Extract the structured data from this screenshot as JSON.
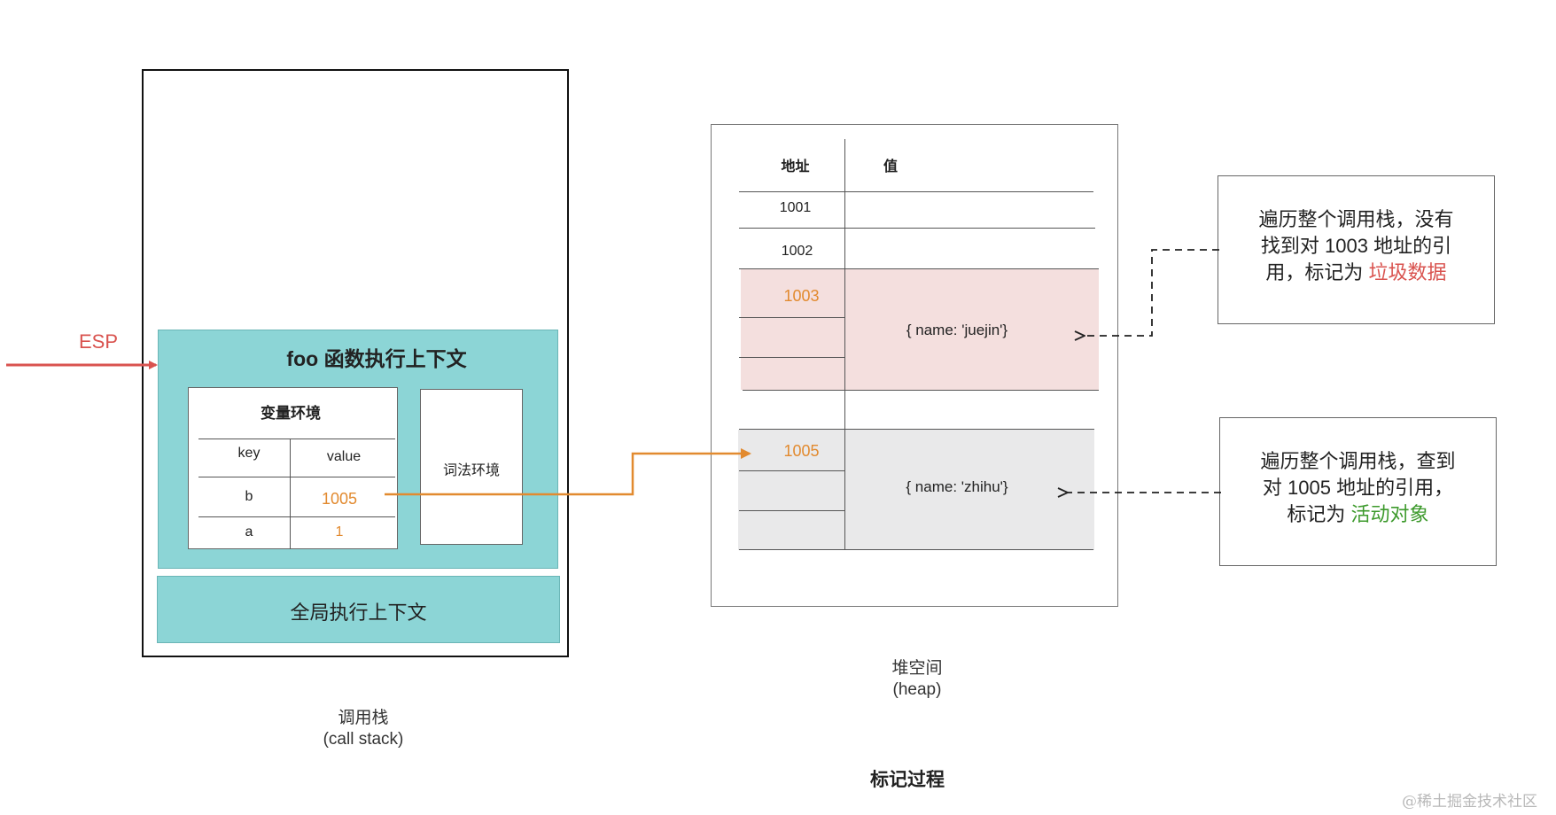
{
  "esp_label": "ESP",
  "call_stack": {
    "foo_context_title": "foo 函数执行上下文",
    "variable_env": {
      "title": "变量环境",
      "headers": [
        "key",
        "value"
      ],
      "rows": [
        {
          "key": "b",
          "value": "1005"
        },
        {
          "key": "a",
          "value": "1"
        }
      ]
    },
    "lexical_env_title": "词法环境",
    "global_context_title": "全局执行上下文",
    "caption_line1": "调用栈",
    "caption_line2": "(call stack)"
  },
  "heap": {
    "headers": {
      "address": "地址",
      "value": "值"
    },
    "addresses": [
      "1001",
      "1002",
      "1003",
      "1005"
    ],
    "object_juejin": "{ name: 'juejin'}",
    "object_zhihu": "{ name: 'zhihu'}",
    "caption_line1": "堆空间",
    "caption_line2": "(heap)"
  },
  "notes": {
    "garbage": {
      "line1": "遍历整个调用栈，没有",
      "line2": "找到对 1003 地址的引",
      "line3_prefix": "用，标记为 ",
      "highlight": "垃圾数据"
    },
    "active": {
      "line1": "遍历整个调用栈，查到",
      "line2": "对 1005 地址的引用，",
      "line3_prefix": "标记为 ",
      "highlight": "活动对象"
    }
  },
  "title": "标记过程",
  "watermark": "@稀土掘金技术社区",
  "colors": {
    "teal": "#8cd5d6",
    "orange": "#e28a2f",
    "red": "#d9534f",
    "green": "#3d9a2c",
    "pink": "#f4dfde",
    "gray": "#e9e9ea"
  }
}
